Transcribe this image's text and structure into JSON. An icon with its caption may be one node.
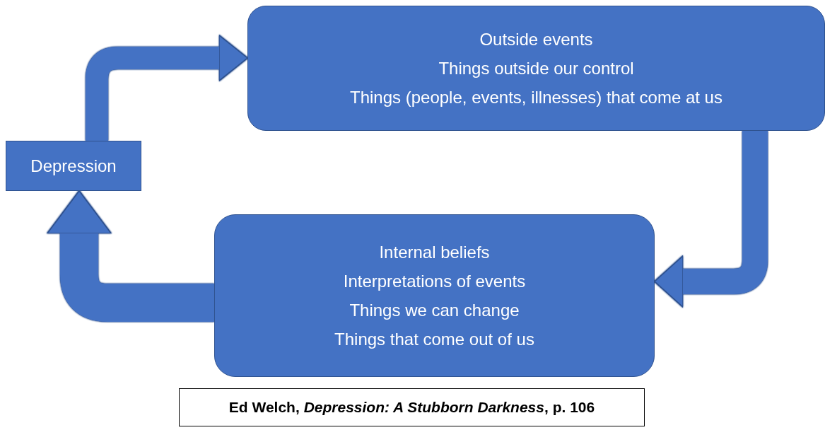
{
  "diagram": {
    "caption": "Ed Welch, *Depression: A Stubborn Darkness*, p. 106",
    "nodes": [
      {
        "text": [
          "Outside events",
          "Things outside our control",
          "Things (people, events, illnesses) that come at us"
        ]
      },
      {
        "text": [
          "Internal beliefs",
          "Interpretations of events",
          "Things we can change",
          "Things that come out of us"
        ]
      },
      {
        "text": [
          "Depression"
        ]
      }
    ],
    "edges": [
      {
        "from": 2,
        "to": 0,
        "arrow": "to"
      },
      {
        "from": 0,
        "to": 1,
        "arrow": "to"
      },
      {
        "from": 1,
        "to": 2,
        "arrow": "to"
      }
    ]
  }
}
